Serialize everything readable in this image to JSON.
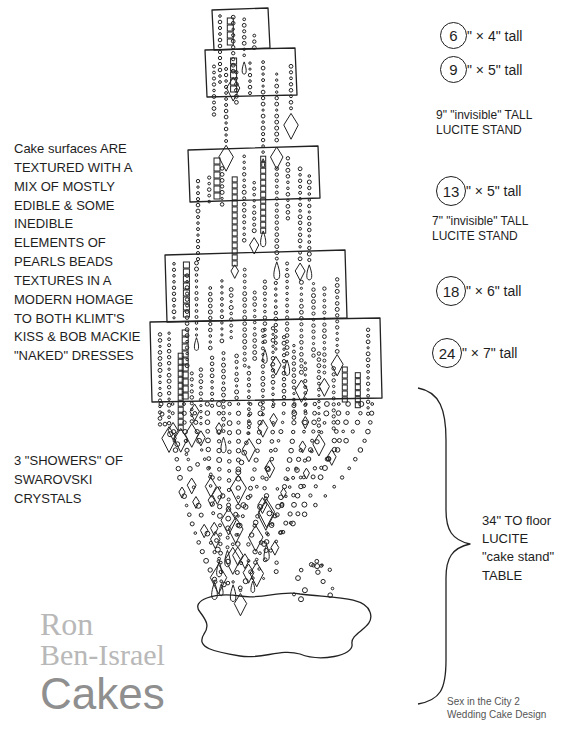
{
  "diagram": {
    "caption": "Sex in the City 2 Wedding Cake Design",
    "nodes": [
      {
        "text": [
          "6",
          "\" × 4\" tall"
        ]
      },
      {
        "text": [
          "9",
          "\" × 5\" tall"
        ]
      },
      {
        "text": [
          "13",
          "\" × 5\" tall"
        ]
      },
      {
        "text": [
          "18",
          "\" × 6\" tall"
        ]
      },
      {
        "text": [
          "24",
          "\" × 7\" tall"
        ]
      }
    ],
    "labels": [
      "Cake surfaces ARE TEXTURED WITH A MIX OF MOSTLY EDIBLE & SOME INEDIBLE ELEMENTS OF PEARLS BEADS TEXTURES IN A MODERN HOMAGE TO BOTH KLIMT'S KISS & BOB MACKIE \"NAKED\" DRESSES",
      "3 \"SHOWERS\" OF SWAROVSKI CRYSTALS",
      "9\" \"invisible\" TALL LUCITE STAND",
      "7\" \"invisible\" TALL LUCITE STAND",
      "34\" TO floor LUCITE \"cake stand\" TABLE",
      "Ron",
      "Ben-Israel",
      "Cakes"
    ]
  }
}
